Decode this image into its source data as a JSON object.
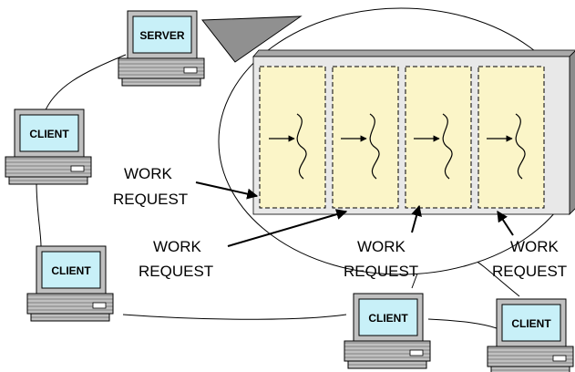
{
  "server": {
    "label": "SERVER"
  },
  "clients": [
    {
      "label": "CLIENT"
    },
    {
      "label": "CLIENT"
    },
    {
      "label": "CLIENT"
    },
    {
      "label": "CLIENT"
    }
  ],
  "work_requests": [
    {
      "line1": "WORK",
      "line2": "REQUEST"
    },
    {
      "line1": "WORK",
      "line2": "REQUEST"
    },
    {
      "line1": "WORK",
      "line2": "REQUEST"
    },
    {
      "line1": "WORK",
      "line2": "REQUEST"
    }
  ],
  "threads": {
    "count": 4
  },
  "colors": {
    "screen": "#c8f0f8",
    "computer_body": "#c0c0c0",
    "thread_panel": "#fbf5c8",
    "process_box": "#e8e8e8",
    "process_box_dark": "#8c8c8c",
    "callout": "#909090"
  },
  "icons": {
    "computer": "desktop-computer-icon",
    "thread": "wavy-thread-icon"
  }
}
